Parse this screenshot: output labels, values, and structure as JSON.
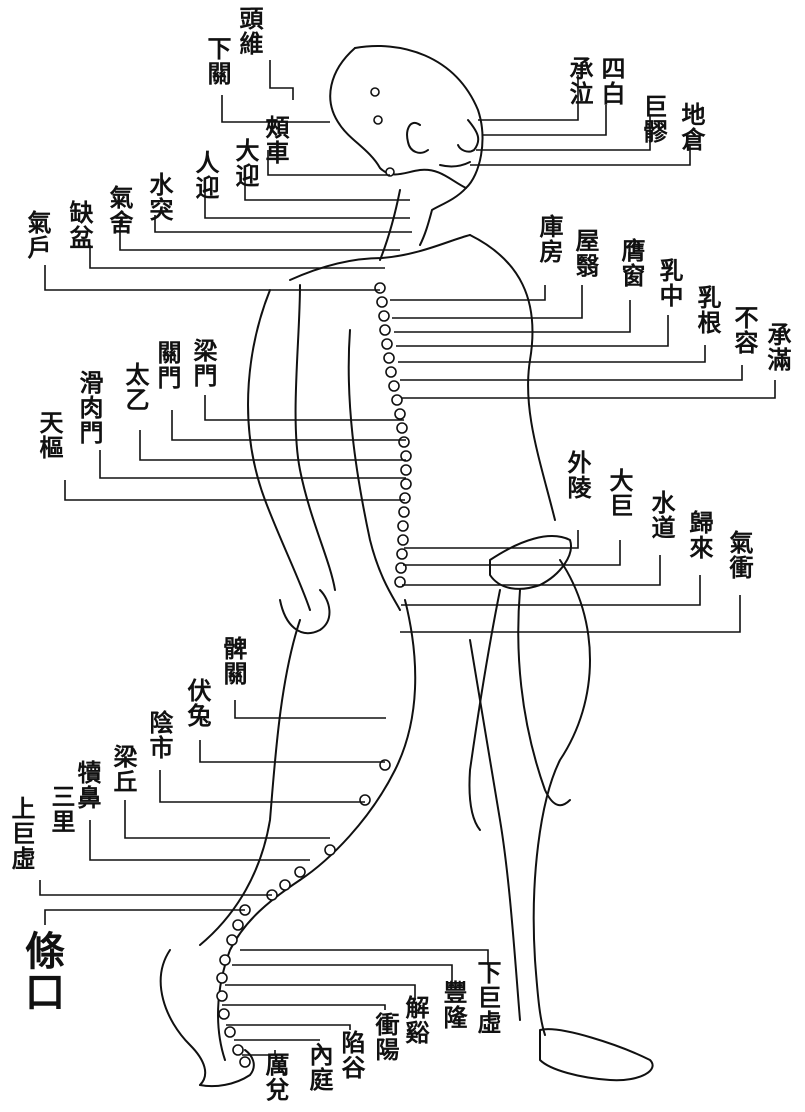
{
  "diagram": {
    "ink_color": "#111111",
    "background_color": "#ffffff",
    "labels": {
      "touwei": "頭維",
      "xiaguan": "下關",
      "jiache": "頰車",
      "daying": "大迎",
      "renying": "人迎",
      "shuitu": "水突",
      "qishe": "氣舍",
      "quepen": "缺盆",
      "qihu": "氣戶",
      "sibai": "四白",
      "chengqi": "承泣",
      "juliao": "巨髎",
      "dicang": "地倉",
      "kufang": "庫房",
      "wuyi": "屋翳",
      "yingchuang": "膺窗",
      "ruzhong": "乳中",
      "rugen": "乳根",
      "burong": "不容",
      "chengman": "承滿",
      "liangmen": "梁門",
      "guanmen": "關門",
      "taiyi": "太乙",
      "huaroumen": "滑肉門",
      "tianshu": "天樞",
      "wailing": "外陵",
      "daju": "大巨",
      "shuidao": "水道",
      "guilai": "歸來",
      "qichong": "氣衝",
      "biguan": "髀關",
      "futu": "伏兔",
      "yinshi": "陰市",
      "liangqiu": "梁丘",
      "dubi": "犢鼻",
      "sanli": "三里",
      "shangjuxu": "上巨虛",
      "tiaokou": "條口",
      "xiajuxu": "下巨虛",
      "fenglong": "豐隆",
      "jiexi": "解谿",
      "chongyang": "衝陽",
      "xiangu": "陷谷",
      "neiting": "內庭",
      "lidui": "厲兌"
    }
  }
}
